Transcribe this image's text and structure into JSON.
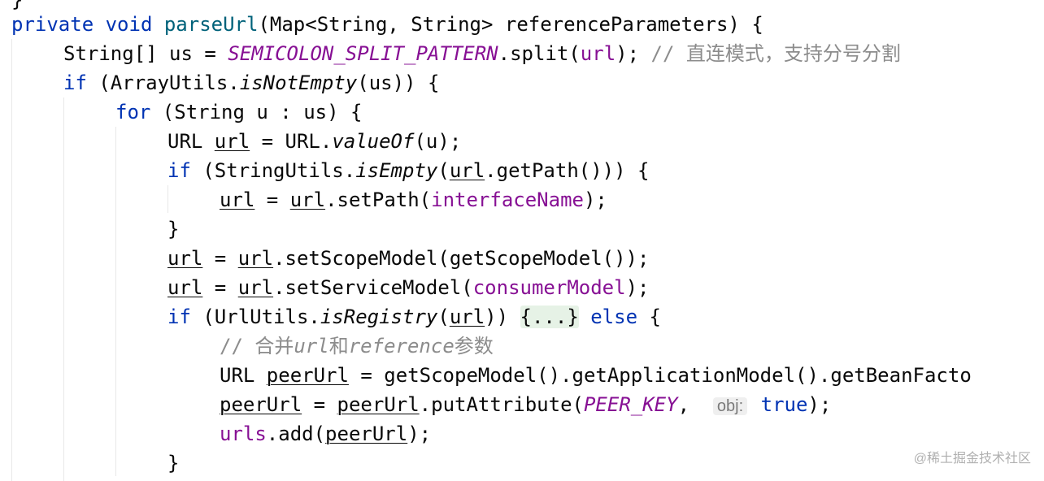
{
  "top_fragment": "}",
  "lines": [
    [
      "private",
      " ",
      "void",
      " ",
      "parseUrl",
      "(Map<String, String> referenceParameters) {"
    ],
    [
      "String[] us = ",
      "SEMICOLON_SPLIT_PATTERN",
      ".split(",
      "url",
      "); ",
      "// 直连模式，支持分号分割"
    ],
    [
      "if",
      " (ArrayUtils.",
      "isNotEmpty",
      "(us)) {"
    ],
    [
      "for",
      " (String u : us) {"
    ],
    [
      "URL ",
      "url",
      " = URL.",
      "valueOf",
      "(u);"
    ],
    [
      "if",
      " (StringUtils.",
      "isEmpty",
      "(",
      "url",
      ".getPath())) {"
    ],
    [
      "url",
      " = ",
      "url",
      ".setPath(",
      "interfaceName",
      ");"
    ],
    [
      "}"
    ],
    [
      "url",
      " = ",
      "url",
      ".setScopeModel(getScopeModel());"
    ],
    [
      "url",
      " = ",
      "url",
      ".setServiceModel(",
      "consumerModel",
      ");"
    ],
    [
      "if",
      " (UrlUtils.",
      "isRegistry",
      "(",
      "url",
      ")) ",
      "{...}",
      " ",
      "else",
      " {"
    ],
    [
      "// 合并",
      "url",
      "和",
      "reference",
      "参数"
    ],
    [
      "URL ",
      "peerUrl",
      " = getScopeModel().getApplicationModel().getBeanFacto"
    ],
    [
      "peerUrl",
      " = ",
      "peerUrl",
      ".putAttribute(",
      "PEER_KEY",
      ",  ",
      "obj:",
      " ",
      "true",
      ");"
    ],
    [
      "urls",
      ".add(",
      "peerUrl",
      ");"
    ],
    [
      "}"
    ]
  ],
  "watermark": "@稀土掘金技术社区"
}
